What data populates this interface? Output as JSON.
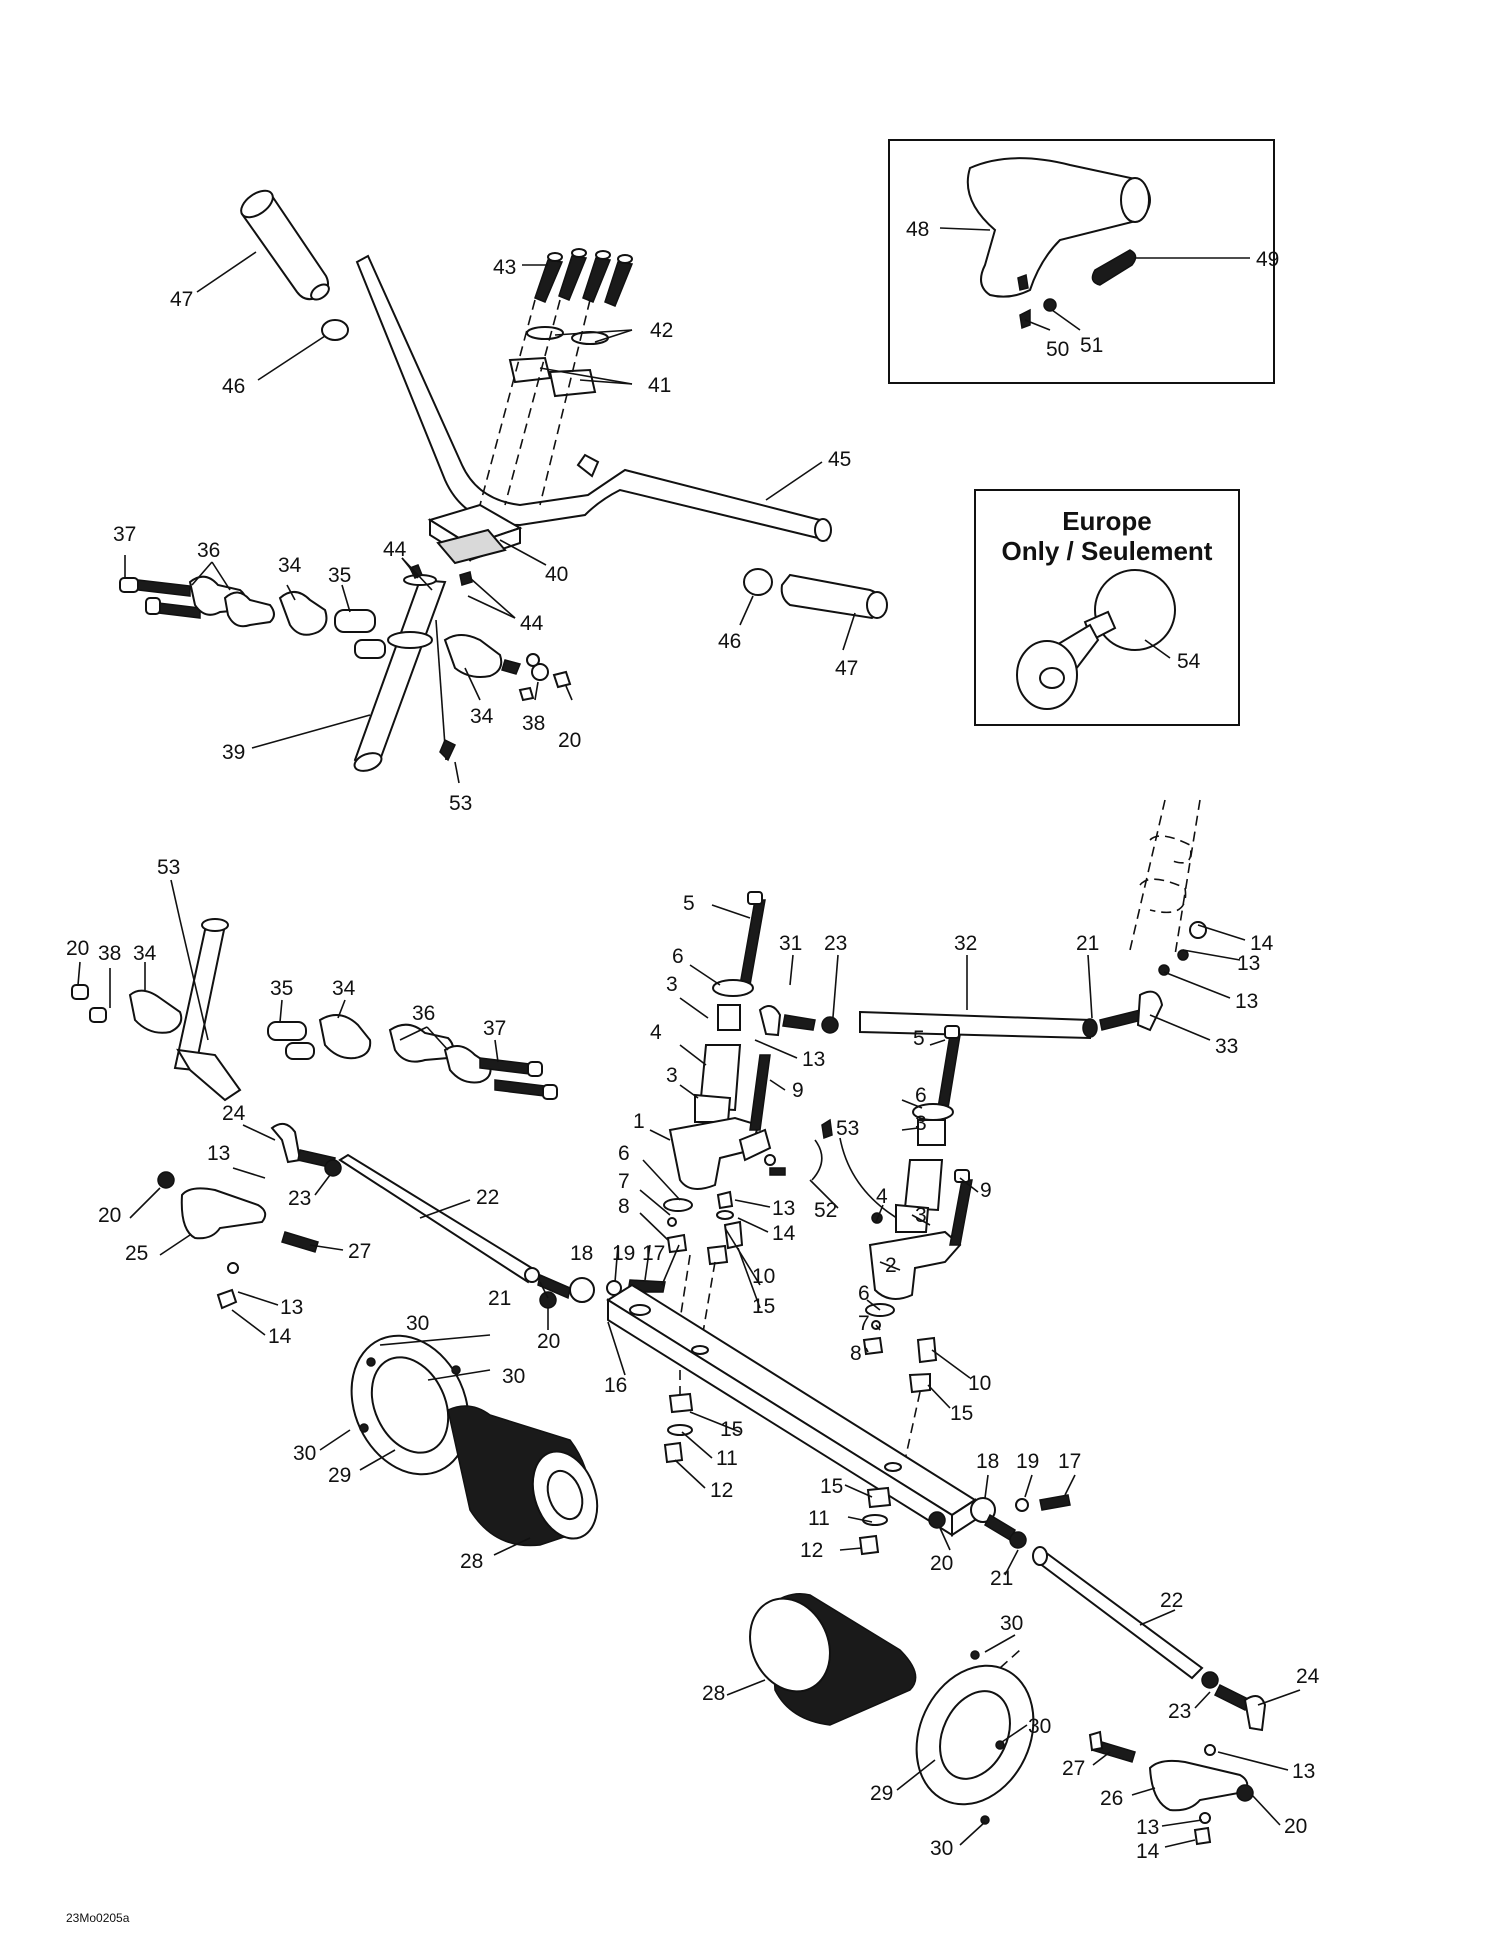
{
  "diagram_code": "23Mo0205a",
  "inset_title_line1": "Europe",
  "inset_title_line2": "Only / Seulement",
  "callouts": [
    "47",
    "46",
    "43",
    "42",
    "41",
    "45",
    "40",
    "44",
    "44",
    "37",
    "36",
    "34",
    "35",
    "39",
    "53",
    "34",
    "38",
    "20",
    "46",
    "47",
    "48",
    "49",
    "50",
    "51",
    "54",
    "53",
    "20",
    "38",
    "34",
    "35",
    "34",
    "36",
    "37",
    "5",
    "31",
    "23",
    "32",
    "21",
    "14",
    "13",
    "13",
    "33",
    "6",
    "3",
    "13",
    "4",
    "9",
    "3",
    "5",
    "6",
    "3",
    "1",
    "53",
    "24",
    "13",
    "22",
    "23",
    "20",
    "25",
    "27",
    "13",
    "14",
    "6",
    "7",
    "8",
    "13",
    "52",
    "14",
    "4",
    "9",
    "3",
    "2",
    "19",
    "17",
    "18",
    "21",
    "10",
    "20",
    "15",
    "6",
    "7",
    "8",
    "10",
    "15",
    "30",
    "30",
    "16",
    "15",
    "30",
    "11",
    "29",
    "12",
    "15",
    "18",
    "19",
    "17",
    "28",
    "11",
    "12",
    "20",
    "22",
    "21",
    "30",
    "28",
    "24",
    "23",
    "30",
    "27",
    "13",
    "26",
    "29",
    "20",
    "13",
    "30",
    "14"
  ]
}
